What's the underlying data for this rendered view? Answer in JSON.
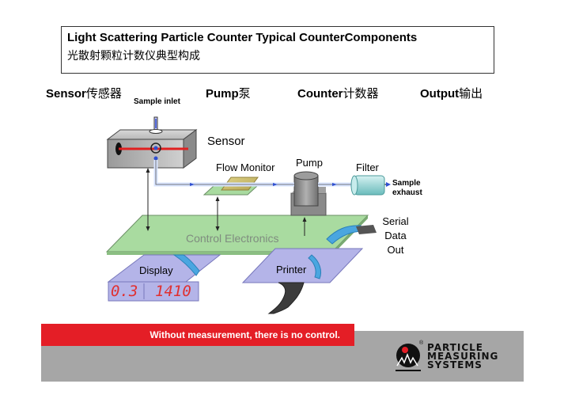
{
  "title": {
    "english": "Light Scattering Particle Counter Typical CounterComponents",
    "chinese": "光散射颗粒计数仪典型构成"
  },
  "section_headers": [
    {
      "en": "Sensor",
      "zh": "传感器"
    },
    {
      "en": "Pump",
      "zh": "泵"
    },
    {
      "en": "Counter",
      "zh": "计数器"
    },
    {
      "en": "Output",
      "zh": "输出"
    }
  ],
  "diagram": {
    "sample_inlet": "Sample inlet",
    "sensor": "Sensor",
    "flow_monitor": "Flow Monitor",
    "pump": "Pump",
    "filter": "Filter",
    "sample_exhaust_line1": "Sample",
    "sample_exhaust_line2": "exhaust",
    "control_electronics": "Control Electronics",
    "serial_line1": "Serial",
    "serial_line2": "Data",
    "serial_line3": "Out",
    "display": "Display",
    "printer": "Printer",
    "readout_left": "0.3",
    "readout_right": "1410"
  },
  "footer": {
    "tagline": "Without measurement, there is no control.",
    "brand_line1": "PARTICLE",
    "brand_line2": "MEASURING",
    "brand_line3": "SYSTEMS",
    "registered_mark": "®"
  },
  "colors": {
    "footer_red": "#e41e26",
    "footer_gray": "#a6a6a6",
    "board_green": "#a9dba0",
    "display_purple": "#b4b4e8",
    "laser_red": "#e02020",
    "flow_blue": "#2f4fd0"
  }
}
